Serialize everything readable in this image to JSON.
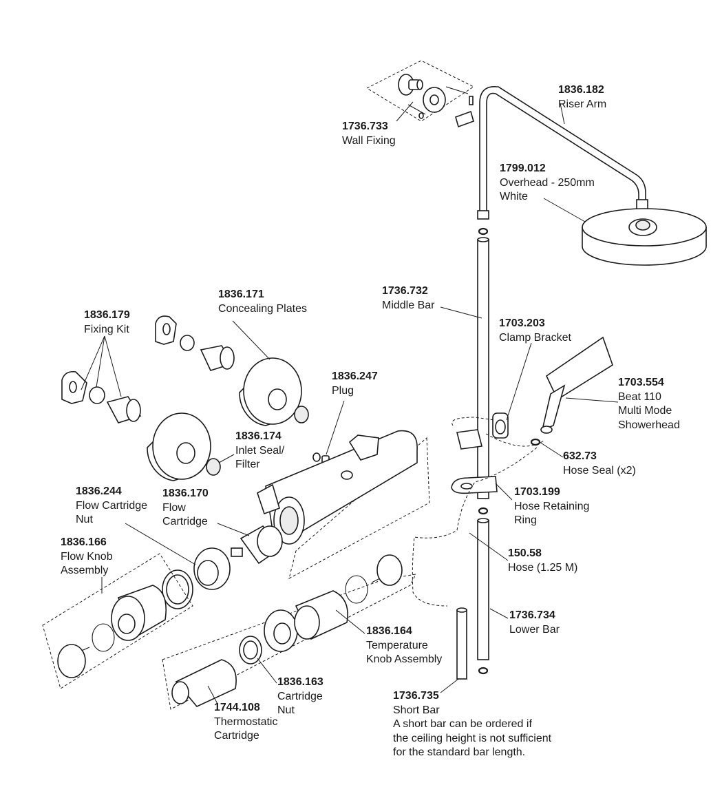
{
  "parts": [
    {
      "code": "1836.182",
      "desc": "Riser Arm"
    },
    {
      "code": "1736.733",
      "desc": "Wall Fixing"
    },
    {
      "code": "1799.012",
      "desc": "Overhead - 250mm\nWhite"
    },
    {
      "code": "1736.732",
      "desc": "Middle Bar"
    },
    {
      "code": "1836.171",
      "desc": "Concealing Plates"
    },
    {
      "code": "1836.179",
      "desc": "Fixing Kit"
    },
    {
      "code": "1703.203",
      "desc": "Clamp Bracket"
    },
    {
      "code": "1836.247",
      "desc": "Plug"
    },
    {
      "code": "1703.554",
      "desc": "Beat 110\nMulti Mode\nShowerhead"
    },
    {
      "code": "1836.174",
      "desc": "Inlet Seal/\nFilter"
    },
    {
      "code": "632.73",
      "desc": "Hose Seal (x2)"
    },
    {
      "code": "1836.244",
      "desc": "Flow Cartridge\nNut"
    },
    {
      "code": "1836.170",
      "desc": "Flow\nCartridge"
    },
    {
      "code": "1703.199",
      "desc": "Hose Retaining\nRing"
    },
    {
      "code": "1836.166",
      "desc": "Flow Knob\nAssembly"
    },
    {
      "code": "150.58",
      "desc": "Hose (1.25 M)"
    },
    {
      "code": "1736.734",
      "desc": "Lower Bar"
    },
    {
      "code": "1836.164",
      "desc": "Temperature\nKnob Assembly"
    },
    {
      "code": "1836.163",
      "desc": "Cartridge\nNut"
    },
    {
      "code": "1744.108",
      "desc": "Thermostatic\nCartridge"
    },
    {
      "code": "1736.735",
      "desc": "Short Bar\nA short bar can be ordered if\nthe ceiling height is not sufficient\nfor the standard bar length."
    }
  ]
}
